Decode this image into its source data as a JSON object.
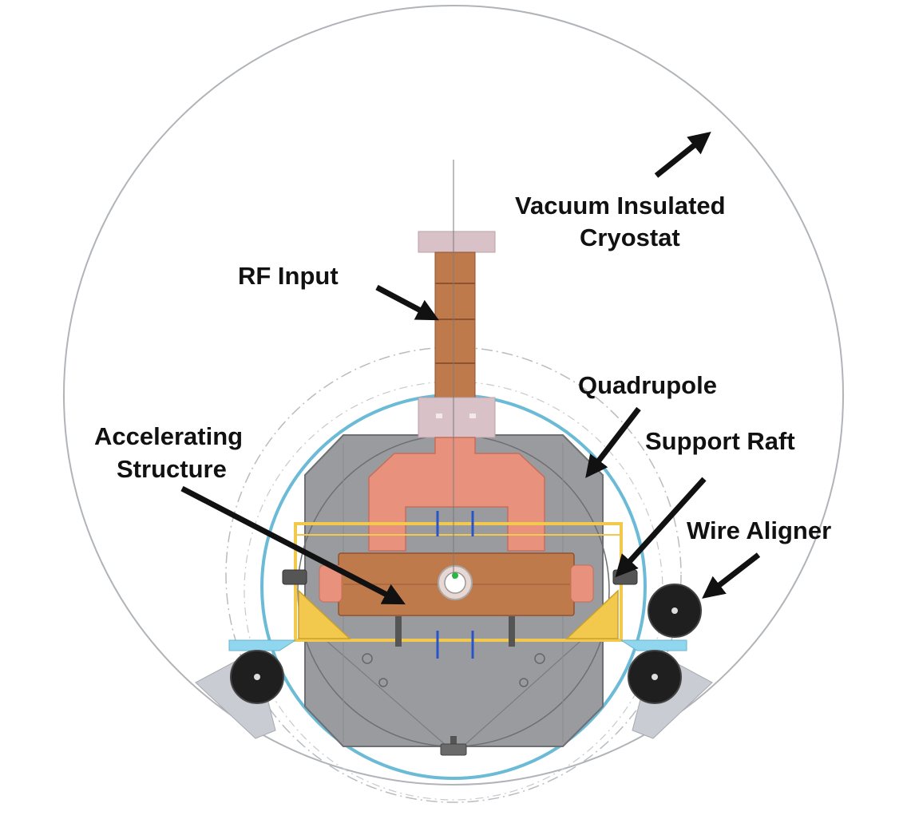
{
  "labels": {
    "cryostat_line1": "Vacuum Insulated",
    "cryostat_line2": "Cryostat",
    "rf_input": "RF Input",
    "quadrupole": "Quadrupole",
    "accel_line1": "Accelerating",
    "accel_line2": "Structure",
    "support_raft": "Support Raft",
    "wire_aligner": "Wire Aligner"
  },
  "colors": {
    "copper": "#bf7a4c",
    "copper_light": "#e8917d",
    "flange": "#d9c2c7",
    "steel": "#9a9b9e",
    "support_raft": "#f2c94c",
    "cryostat_line": "#b0b4b8",
    "bore_ring": "#6bbbd6",
    "alignment_mark": "#2b54c8",
    "roller": "#1f1f1f",
    "bracket": "#c9cdd3",
    "wedge": "#8fd6ee"
  }
}
